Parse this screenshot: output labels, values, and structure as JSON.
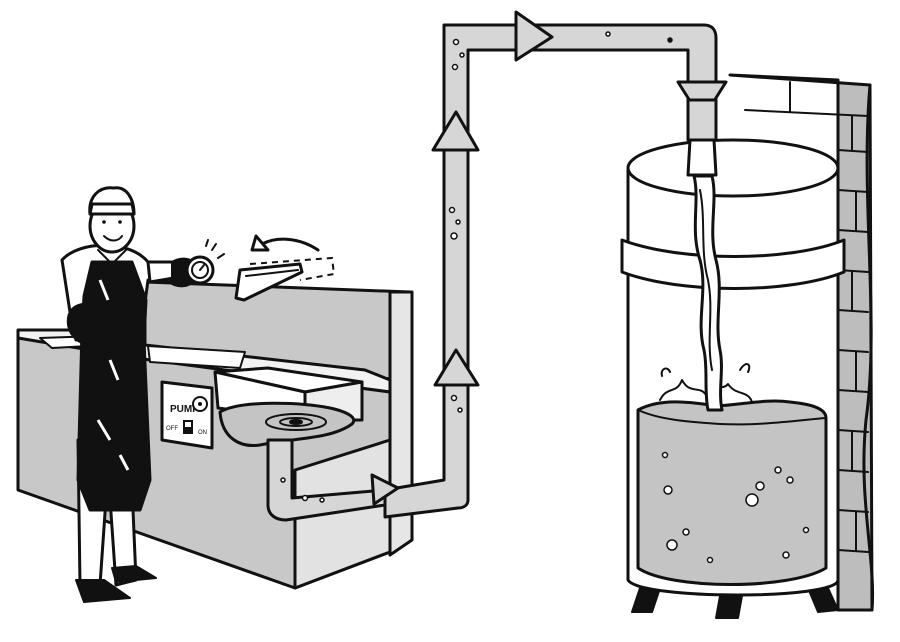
{
  "panel": {
    "pump_label": "PUMP",
    "off_label": "OFF",
    "on_label": "ON"
  },
  "colors": {
    "ink": "#111111",
    "pipe_fill": "#d6d6d6",
    "counter_fill": "#c8c8c8",
    "wall_fill": "#bdbdbd",
    "liquid_fill": "#c4c4c4",
    "apron_fill": "#111111",
    "background": "#ffffff"
  },
  "icons": {
    "flow_arrow": "arrowhead",
    "timer": "stopwatch-icon",
    "swing_arrow": "curved-arrow"
  }
}
